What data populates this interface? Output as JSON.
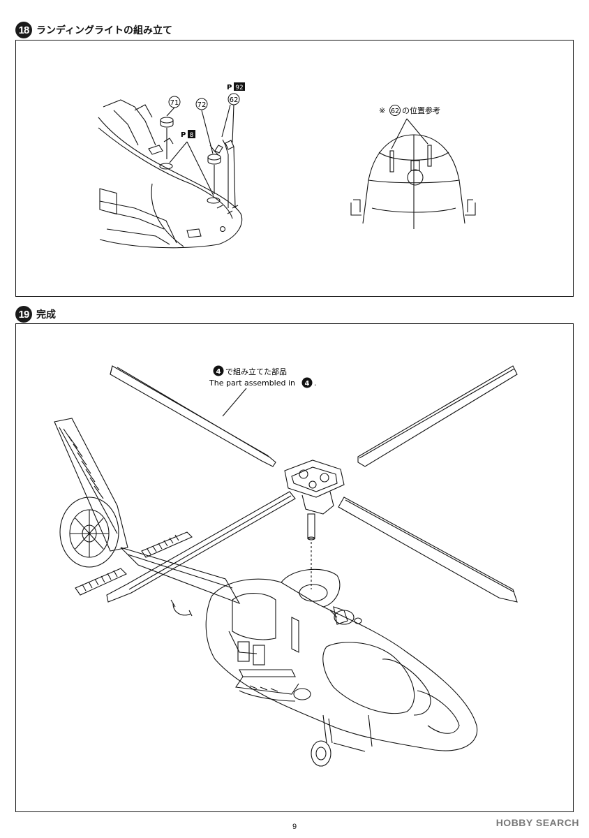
{
  "steps": [
    {
      "number": "18",
      "title": "ランディングライトの組み立て",
      "callouts": {
        "part_71": "71",
        "part_72": "72",
        "part_62": "62",
        "paint_label": "P",
        "paint_8": "8",
        "paint_92": "92",
        "reference_note_prefix": "※",
        "reference_note_part": "62",
        "reference_note_suffix": "の位置参考"
      }
    },
    {
      "number": "19",
      "title": "完成",
      "callouts": {
        "step_ref": "4",
        "note_jp": "で組み立てた部品",
        "note_en": "The part assembled in",
        "note_en_end": "."
      }
    }
  ],
  "page_number": "9",
  "watermark": "HOBBY SEARCH"
}
